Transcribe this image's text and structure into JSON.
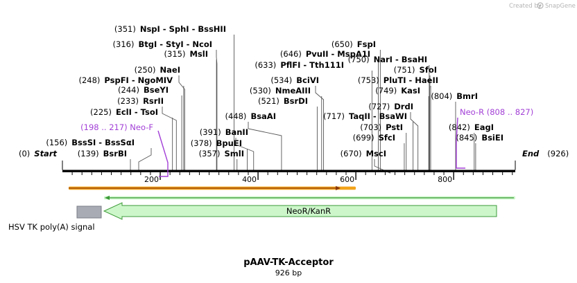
{
  "brand": {
    "created_by": "Created by",
    "name": "SnapGene"
  },
  "map": {
    "title": "pAAV-TK-Acceptor",
    "length_label": "926 bp",
    "length": 926,
    "ticks": [
      "200",
      "400",
      "600",
      "800"
    ],
    "colors": {
      "primer": "#a23fd6",
      "orf_fill": "#f2a31b",
      "orf_line": "#8a3a0c",
      "neo_fill": "#cdf7cb",
      "neo_line": "#3d9a38",
      "polya_fill": "#a8abb4"
    }
  },
  "sites": [
    {
      "pos": "(0)",
      "name": "Start",
      "bp": 0,
      "style": "italic"
    },
    {
      "pos": "(139)",
      "name": "BsrBI",
      "bp": 139
    },
    {
      "pos": "(156)",
      "name": "BssSI  -  BssSαI",
      "bp": 156
    },
    {
      "pos": "(225)",
      "name": "EclI  -  TsoI",
      "bp": 225
    },
    {
      "pos": "(233)",
      "name": "RsrII",
      "bp": 233
    },
    {
      "pos": "(244)",
      "name": "BseYI",
      "bp": 244
    },
    {
      "pos": "(248)",
      "name": "PspFI  -  NgoMIV",
      "bp": 248
    },
    {
      "pos": "(250)",
      "name": "NaeI",
      "bp": 250
    },
    {
      "pos": "(315)",
      "name": "MslI",
      "bp": 315
    },
    {
      "pos": "(316)",
      "name": "BtgI  -  StyI  -  NcoI",
      "bp": 316
    },
    {
      "pos": "(351)",
      "name": "NspI  -  SphI  -  BssHII",
      "bp": 351
    },
    {
      "pos": "(357)",
      "name": "SmlI",
      "bp": 357
    },
    {
      "pos": "(378)",
      "name": "BpuEI",
      "bp": 378
    },
    {
      "pos": "(391)",
      "name": "BanII",
      "bp": 391
    },
    {
      "pos": "(448)",
      "name": "BsaAI",
      "bp": 448
    },
    {
      "pos": "(521)",
      "name": "BsrDI",
      "bp": 521
    },
    {
      "pos": "(530)",
      "name": "NmeAIII",
      "bp": 530
    },
    {
      "pos": "(534)",
      "name": "BciVI",
      "bp": 534
    },
    {
      "pos": "(633)",
      "name": "PflFI  -  Tth111I",
      "bp": 633
    },
    {
      "pos": "(646)",
      "name": "PvuII  -  MspA1I",
      "bp": 646
    },
    {
      "pos": "(650)",
      "name": "FspI",
      "bp": 650
    },
    {
      "pos": "(670)",
      "name": "MscI",
      "bp": 670
    },
    {
      "pos": "(699)",
      "name": "SfcI",
      "bp": 699
    },
    {
      "pos": "(703)",
      "name": "PstI",
      "bp": 703
    },
    {
      "pos": "(717)",
      "name": "TaqII  -  BsaWI",
      "bp": 717
    },
    {
      "pos": "(727)",
      "name": "DrdI",
      "bp": 727
    },
    {
      "pos": "(749)",
      "name": "KasI",
      "bp": 749
    },
    {
      "pos": "(750)",
      "name": "NarI  -  BsaHI",
      "bp": 750
    },
    {
      "pos": "(751)",
      "name": "SfoI",
      "bp": 751
    },
    {
      "pos": "(753)",
      "name": "PluTI  -  HaeII",
      "bp": 753
    },
    {
      "pos": "(804)",
      "name": "BmrI",
      "bp": 804
    },
    {
      "pos": "(842)",
      "name": "EagI",
      "bp": 842
    },
    {
      "pos": "(845)",
      "name": "BsiEI",
      "bp": 845
    },
    {
      "pos": "(926)",
      "name": "End",
      "bp": 926,
      "style": "italic"
    }
  ],
  "primers": [
    {
      "label": "(198 .. 217)  Neo-F",
      "start": 198,
      "end": 217,
      "dir": "forward"
    },
    {
      "label": "Neo-R   (808 .. 827)",
      "start": 808,
      "end": 827,
      "dir": "reverse"
    }
  ],
  "features": [
    {
      "name": "ORF (forward, upper)",
      "type": "orf",
      "start": 12,
      "end": 600
    },
    {
      "name": "ORF (reverse, lower)",
      "type": "orf_reverse",
      "start": 85,
      "end": 926
    },
    {
      "name": "NeoR/KanR",
      "type": "cds_reverse",
      "start": 85,
      "end": 886
    },
    {
      "name": "HSV TK poly(A) signal",
      "type": "polyA",
      "start": 29,
      "end": 79
    }
  ]
}
